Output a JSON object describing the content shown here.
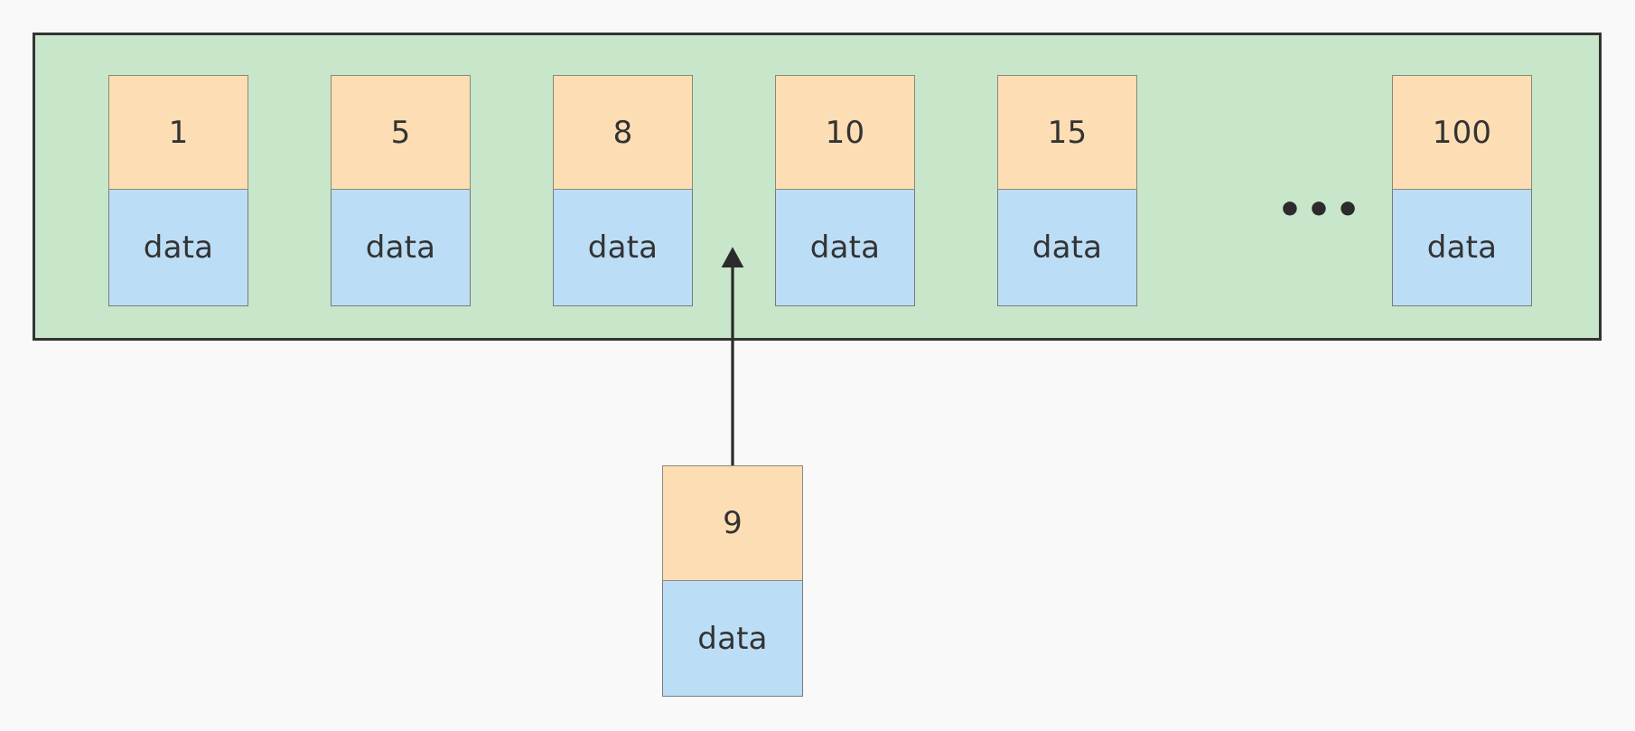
{
  "diagram": {
    "title": "array-with-inserted-node",
    "colors": {
      "background": "#f9f9f9",
      "container_fill": "#c8e6c9",
      "container_stroke": "#333333",
      "key_fill": "#fdddb3",
      "key_stroke": "#8a8a7a",
      "data_fill": "#bcddf6",
      "data_stroke": "#7a7a7a",
      "text": "#333333",
      "arrow": "#2b2b2b"
    },
    "container": {
      "name": "array-container"
    },
    "nodes": [
      {
        "key": "1",
        "data": "data"
      },
      {
        "key": "5",
        "data": "data"
      },
      {
        "key": "8",
        "data": "data"
      },
      {
        "key": "10",
        "data": "data"
      },
      {
        "key": "15",
        "data": "data"
      },
      {
        "key": "100",
        "data": "data"
      }
    ],
    "ellipsis": "•••",
    "inserted_node": {
      "key": "9",
      "data": "data"
    },
    "arrow": {
      "name": "insertion-arrow",
      "direction": "up",
      "from": "inserted-node-9",
      "to": "between-node-8-and-node-10"
    }
  }
}
